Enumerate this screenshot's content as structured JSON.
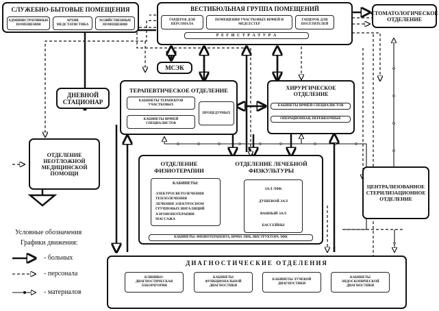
{
  "service_rooms": {
    "title": "СЛУЖЕБНО-БЫТОВЫЕ ПОМЕЩЕНИЯ",
    "items": [
      "АДМИНИСТРАТИВНЫЕ ПОМЕЩЕНИЯ",
      "АРХИВ МЕДСТАТИСТИКА",
      "ХОЗЯЙСТВЕННЫЕ ПОМЕЩЕНИЯ"
    ]
  },
  "vestibule": {
    "title": "ВЕСТИБЮЛЬНАЯ ГРУППА ПОМЕЩЕНИЙ",
    "items": [
      "ГАРДЕРОБ ДЛЯ ПЕРСОНАЛА",
      "ПОМЕЩЕНИЯ УЧАСТКОВЫХ ВРАЧЕЙ И МЕДСЕСТЕР",
      "ГАРДЕРОБ ДЛЯ ПОСЕТИТЕЛЕЙ"
    ],
    "registry": "Р Е Г И С Т Р А Т У Р А"
  },
  "dental": {
    "title": "СТОМАТОЛОГИЧЕСКОЕ ОТДЕЛЕНИЕ"
  },
  "msek": {
    "title": "МСЭК"
  },
  "day_hospital": {
    "title": "ДНЕВНОЙ СТАЦИОНАР"
  },
  "therapy": {
    "title": "ТЕРАПЕВТИЧЕСКОЕ ОТДЕЛЕНИЕ",
    "items": [
      "КАБИНЕТЫ ТЕРАПЕВТОВ УЧАСТКОВЫХ",
      "КАБИНЕТЫ ВРАЧЕЙ СПЕЦИАЛИСТОВ",
      "ПРОЦЕДУРНЫХ"
    ]
  },
  "surgery": {
    "title": "ХИРУРГИЧЕСКОЕ ОТДЕЛЕНИЕ",
    "items": [
      "КАБИНЕТЫ ВРАЧЕЙ СПЕЦИАЛИСТОВ",
      "ОПЕРАЦИОННАЯ, ПЕРЕВЯЗОЧНЫЕ"
    ]
  },
  "emergency": {
    "title": "ОТДЕЛЕНИЕ НЕОТЛОЖНОЙ МЕДИЦИНСКОЙ ПОМОЩИ"
  },
  "physio": {
    "title_left": "ОТДЕЛЕНИЕ ФИЗИОТЕРАПИИ",
    "title_right": "ОТДЕЛЕНИЕ ЛЕЧЕБНОЙ ФИЗКУЛЬТУРЫ",
    "cabinets_label": "КАБИНЕТЫ:",
    "cabinets": [
      "ЭЛЕКТРОСВЕТОЛЕЧЕНИЯ",
      "ТЕПЛОЛЕЧЕНИЯ",
      "ЛЕЧЕНИЯ ЭЛЕКТРОСНОМ",
      "ГРУППОВЫХ ИНГАЛЯЦИЙ",
      "АЭРОИОНОТЕРАПИИ",
      "МАССАЖА"
    ],
    "halls": [
      "ЗАЛ ЛФК",
      "ДУШЕВОЙ ЗАЛ",
      "ВАННЫЙ ЗАЛ",
      "БАССЕЙНЫ"
    ],
    "footer": "КАБИНЕТЫ: ФИЗИОТЕРАПЕВТА, ВРАЧА ЛФК, ИНСТРУКТОРА ЛФК"
  },
  "sterilization": {
    "title": "ЦЕНТРАЛИЗОВАННОЕ СТЕРИЛИЗАЦИОННОЕ ОТДЕЛЕНИЕ"
  },
  "diagnostics": {
    "title": "ДИАГНОСТИЧЕСКИЕ ОТДЕЛЕНИЯ",
    "items": [
      "КЛИНИКО-ДИАГНОСТИЧЕСКАЯ ЛАБОРАТОРИЯ",
      "КАБИНЕТЫ ФУНКЦИОНАЛЬНОЙ ДИАГНОСТИКИ",
      "КАБИНЕТЫ ЛУЧЕВОЙ ДИАГНОСТИКИ",
      "КАБИНЕТЫ ЭНДОСКОПИЧЕСКОЙ ДИАГНОСТИКИ"
    ]
  },
  "legend": {
    "title": "Условные обозначения",
    "subtitle": "Графики движения:",
    "items": [
      "- больных",
      "- персонала",
      "- материалов"
    ]
  }
}
